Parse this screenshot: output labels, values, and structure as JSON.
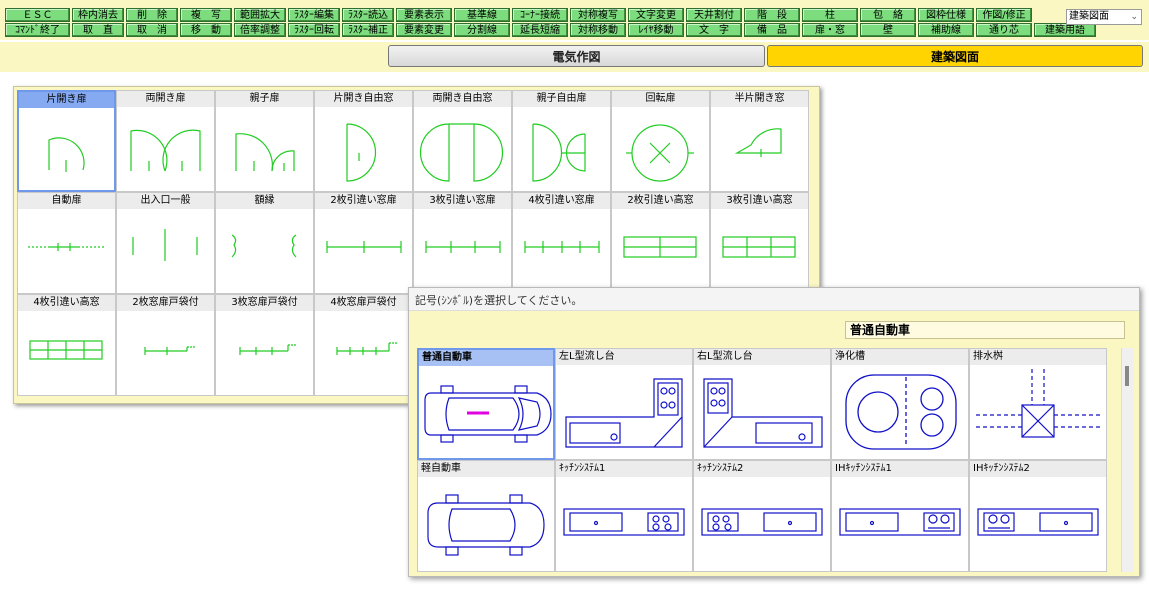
{
  "toolbar": {
    "row1": [
      "ＥＳＣ",
      "枠内消去",
      "削　除",
      "複　写",
      "範囲拡大",
      "ﾗｽﾀｰ編集",
      "ﾗｽﾀｰ読込",
      "要素表示",
      "基準線",
      "ｺｰﾅｰ接続",
      "対称複写",
      "文字変更",
      "天井割付",
      "階　段",
      "柱",
      "包　絡",
      "図枠仕様",
      "作図/修正"
    ],
    "row2": [
      "ｺﾏﾝﾄﾞ終了",
      "取　直",
      "取　消",
      "移　動",
      "倍率調整",
      "ﾗｽﾀｰ回転",
      "ﾗｽﾀｰ補正",
      "要素変更",
      "分割線",
      "延長短縮",
      "対称移動",
      "ﾚｲﾔ移動",
      "文　字",
      "備　品",
      "扉・窓",
      "壁",
      "補助線",
      "通り芯",
      "建築用語"
    ],
    "mode_select": "建築図面"
  },
  "tabs": {
    "electric": "電気作図",
    "architecture": "建築図面"
  },
  "left_panel": {
    "items": [
      "片開き扉",
      "両開き扉",
      "親子扉",
      "片開き自由窓",
      "両開き自由窓",
      "親子自由扉",
      "回転扉",
      "半片開き窓",
      "自動扉",
      "出入口一般",
      "額縁",
      "2枚引違い窓扉",
      "3枚引違い窓扉",
      "4枚引違い窓扉",
      "2枚引違い高窓",
      "3枚引違い高窓",
      "4枚引違い高窓",
      "2枚窓扉戸袋付",
      "3枚窓扉戸袋付",
      "4枚窓扉戸袋付"
    ],
    "selected": "片開き扉"
  },
  "right_panel": {
    "prompt": "記号(ｼﾝﾎﾞﾙ)を選択してください。",
    "selected_name": "普通自動車",
    "items": [
      "普通自動車",
      "左L型流し台",
      "右L型流し台",
      "浄化槽",
      "排水桝",
      "軽自動車",
      "ｷｯﾁﾝｼｽﾃﾑ1",
      "ｷｯﾁﾝｼｽﾃﾑ2",
      "IHｷｯﾁﾝｼｽﾃﾑ1",
      "IHｷｯﾁﾝｼｽﾃﾑ2"
    ]
  },
  "colors": {
    "toolbar_bg": "#fbf7c2",
    "button_green": "#7ddc7d",
    "active_tab": "#ffd400",
    "symbol_green": "#22cc22",
    "symbol_blue": "#1010c8",
    "selection": "#86aaf2"
  }
}
